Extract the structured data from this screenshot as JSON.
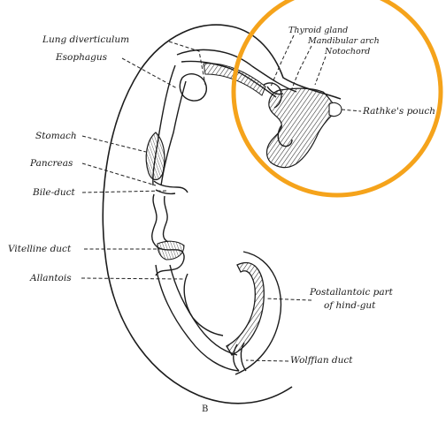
{
  "figure": {
    "panel_letter": "B",
    "highlight_color": "#F5A31B",
    "ink_color": "#1c1c1c"
  },
  "labels": {
    "lung_diverticulum": "Lung diverticulum",
    "esophagus": "Esophagus",
    "stomach": "Stomach",
    "pancreas": "Pancreas",
    "bile_duct": "Bile-duct",
    "vitelline_duct": "Vitelline duct",
    "allantois": "Allantois",
    "thyroid_gland": "Thyroid gland",
    "mandibular_arch": "Mandibular arch",
    "notochord": "Notochord",
    "rathkes_pouch": "Rathke's pouch",
    "postallantoic_line1": "Postallantoic part",
    "postallantoic_line2": "of hind-gut",
    "wolffian_duct": "Wolffian duct"
  }
}
